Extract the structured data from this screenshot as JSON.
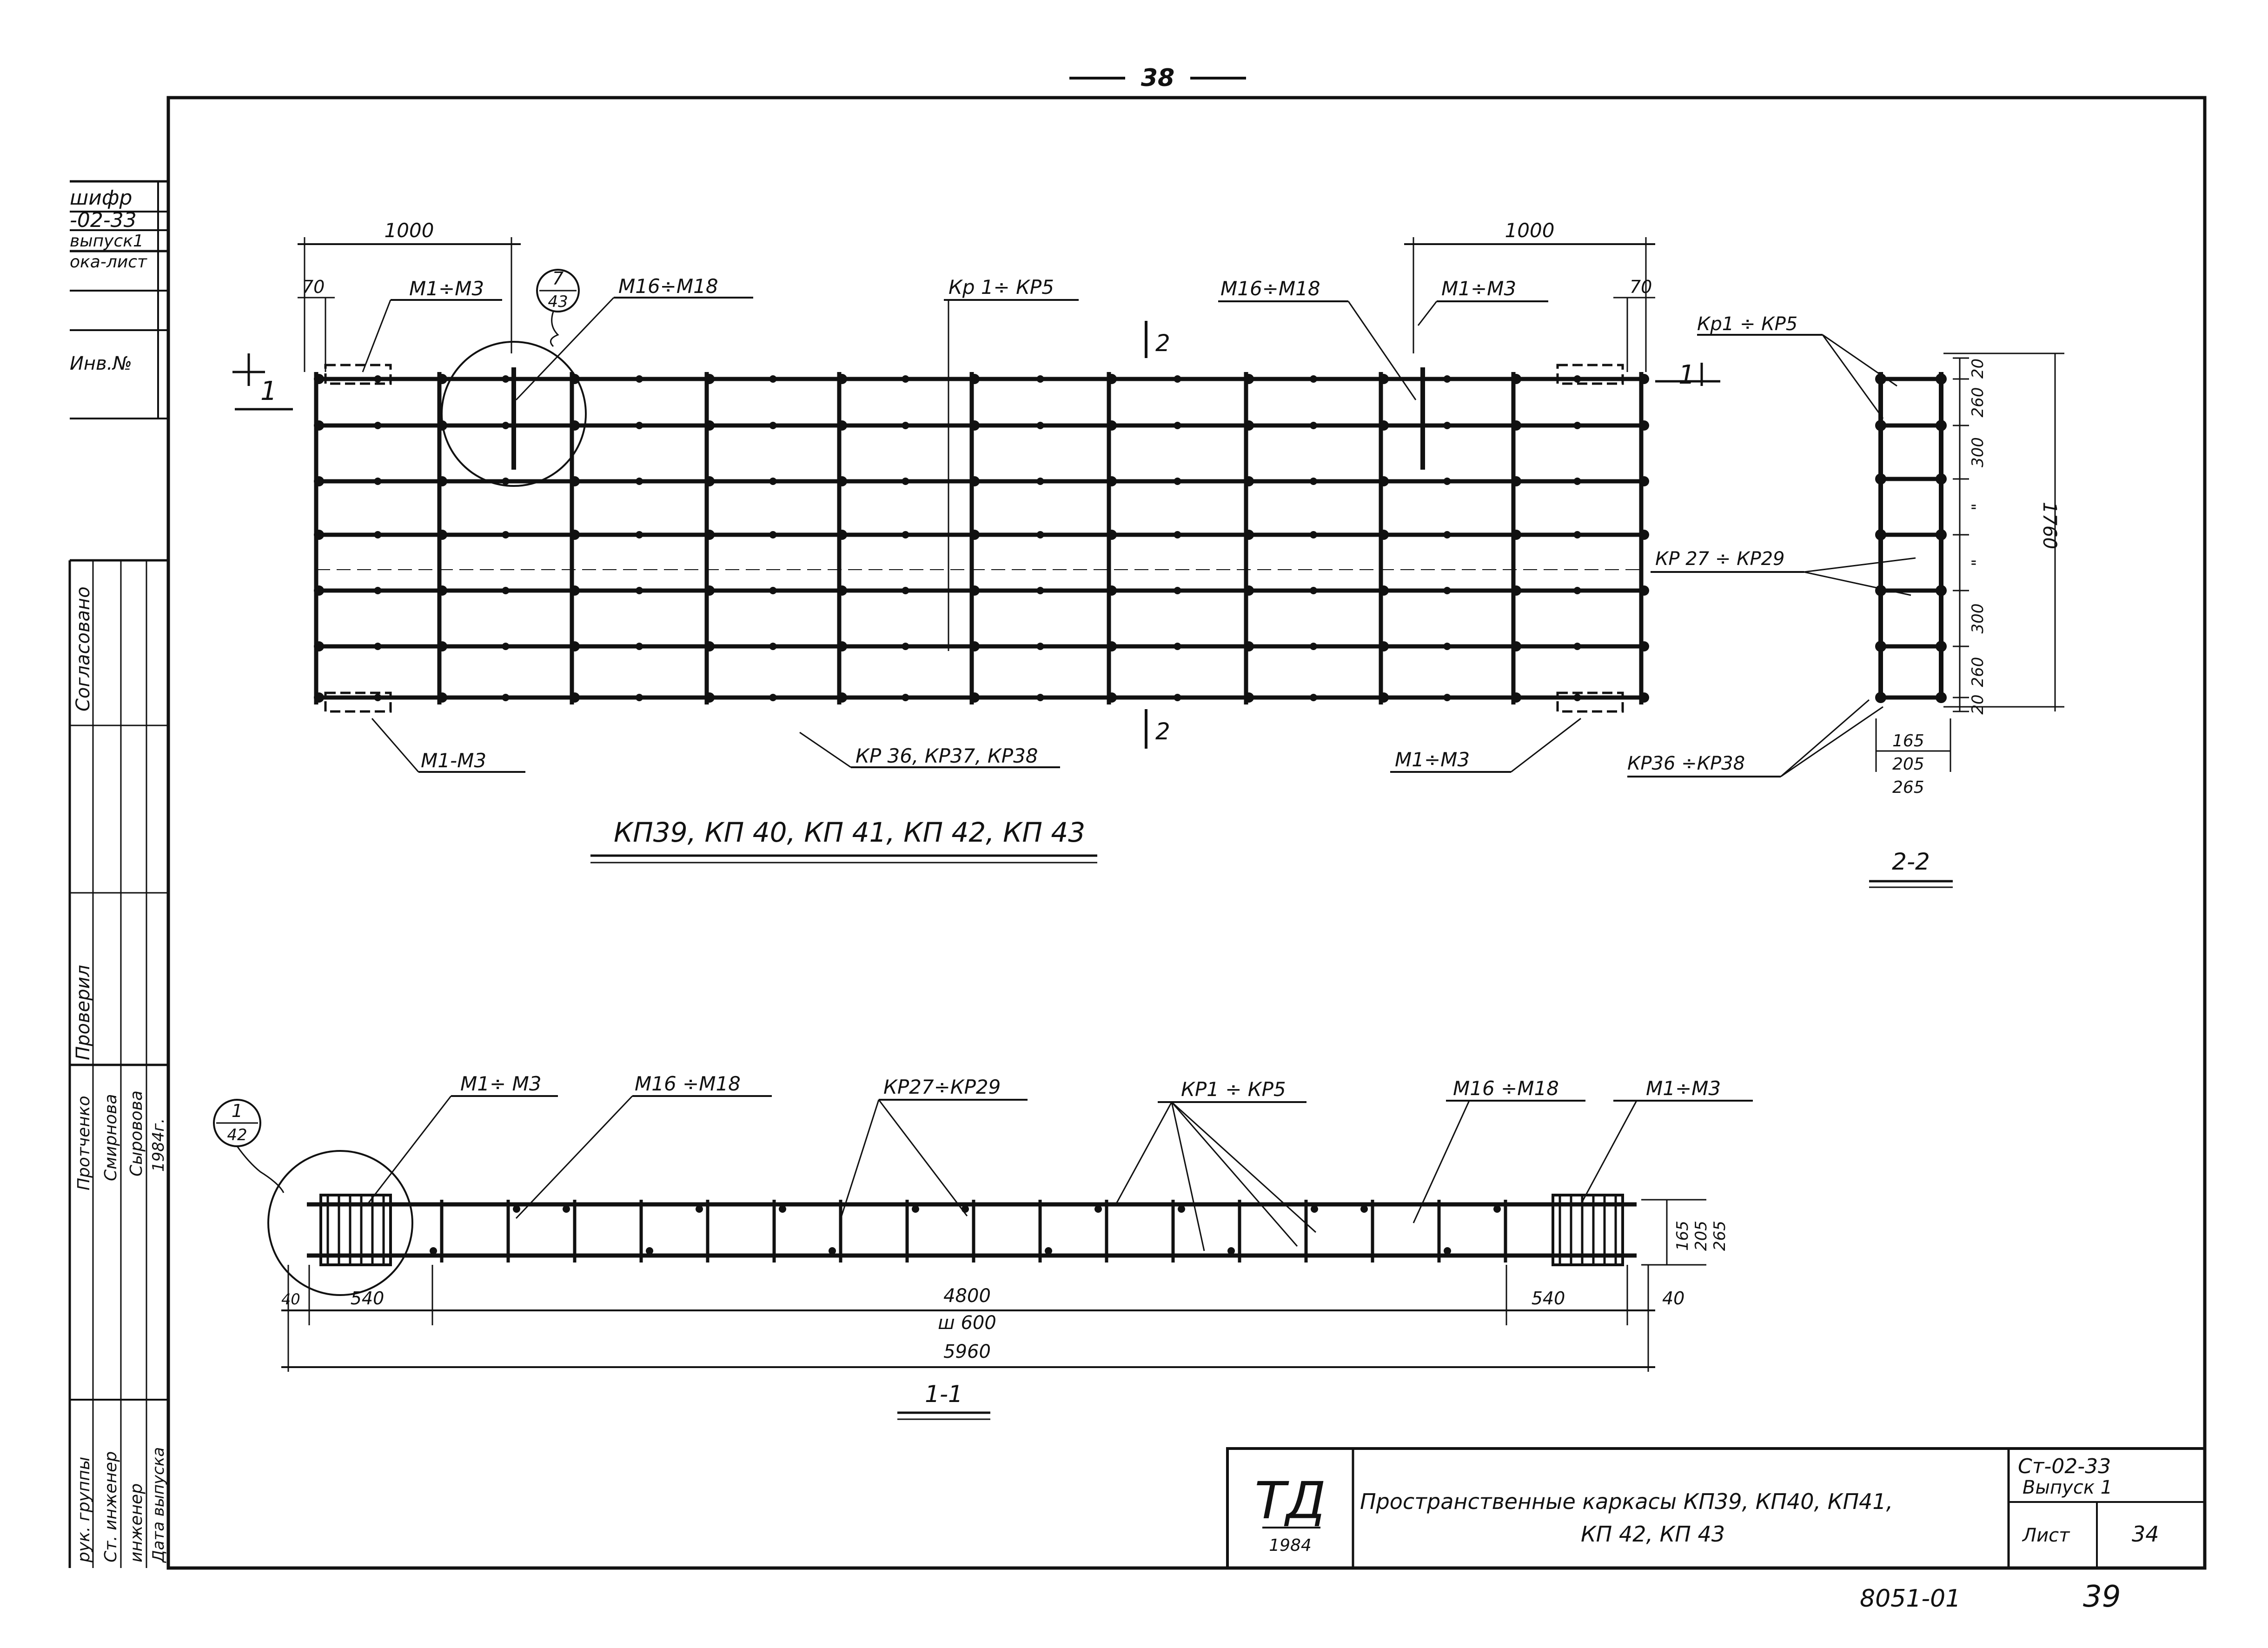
{
  "page_number_top": "38",
  "page_number_bottom": "39",
  "archive_code": "8051-01",
  "left_stamp": {
    "lines": [
      "шифр",
      "-02-33",
      "выпуск1",
      "ока-лист"
    ],
    "inventory": "Инв.№",
    "approved": "Согласовано",
    "checked": "Проверил",
    "signatures": {
      "head_label": "рук. группы",
      "head_name": "Протченко",
      "senior_label": "Ст. инженер",
      "senior_name": "Смирнова",
      "engineer_label": "инженер",
      "engineer_name": "Сыровова",
      "date_label": "Дата выпуска",
      "date_value": "1984г."
    }
  },
  "plan": {
    "dim_left": "1000",
    "dim_right": "1000",
    "dim_70_left": "70",
    "dim_70_right": "70",
    "callout_m1m3_tl": "М1÷М3",
    "callout_m16m18_tl": "М16÷М18",
    "callout_kp1kp5": "Кр 1÷ КР5",
    "callout_m16m18_tr": "М16÷М18",
    "callout_m1m3_tr": "М1÷М3",
    "callout_m1m3_bl": "М1-М3",
    "callout_kp36": "КР 36, КР37, КР38",
    "callout_m1m3_br": "М1÷М3",
    "ref_top": "7",
    "ref_bottom": "43",
    "section_1": "1",
    "section_2": "2",
    "title": "КП39, КП 40, КП 41, КП 42, КП 43"
  },
  "section22": {
    "callout_kp1kp5": "Кр1 ÷ КР5",
    "callout_kp27": "КР 27 ÷ КР29",
    "callout_kp36": "КР36 ÷КР38",
    "dims": [
      "20",
      "260",
      "300",
      "\"",
      "\"",
      "300",
      "260",
      "20"
    ],
    "total": "1760",
    "w165": "165",
    "w205": "205",
    "w265": "265",
    "title": "2-2"
  },
  "section11": {
    "callout_m1m3_l": "М1÷ М3",
    "callout_m16_l": "М16 ÷М18",
    "callout_kp27": "КР27÷КР29",
    "callout_kp1": "КР1 ÷ КР5",
    "callout_m16_r": "М16 ÷М18",
    "callout_m1m3_r": "М1÷М3",
    "ref_top": "1",
    "ref_bottom": "42",
    "h165": "165",
    "h205": "205",
    "h265": "265",
    "dim_40_l": "40",
    "dim_540_l": "540",
    "dim_4800": "4800",
    "dim_shag": "ш 600",
    "dim_540_r": "540",
    "dim_40_r": "40",
    "dim_5960": "5960",
    "title": "1-1"
  },
  "title_block": {
    "logo": "ТД",
    "year": "1984",
    "description_line1": "Пространственные каркасы КП39, КП40, КП41,",
    "description_line2": "КП 42, КП 43",
    "code": "Ст-02-33",
    "issue": "Выпуск 1",
    "sheet_label": "Лист",
    "sheet_number": "34"
  }
}
